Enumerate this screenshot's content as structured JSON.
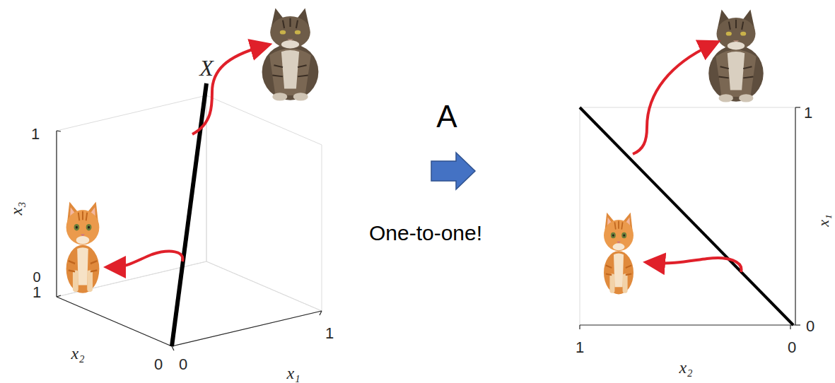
{
  "diagram": {
    "labels": [
      "X",
      "1",
      "x₃",
      "0",
      "1",
      "x₂",
      "0",
      "0",
      "x₁",
      "1",
      "A",
      "One-to-one!",
      "1",
      "x₁",
      "0",
      "1",
      "0",
      "x₂"
    ]
  }
}
